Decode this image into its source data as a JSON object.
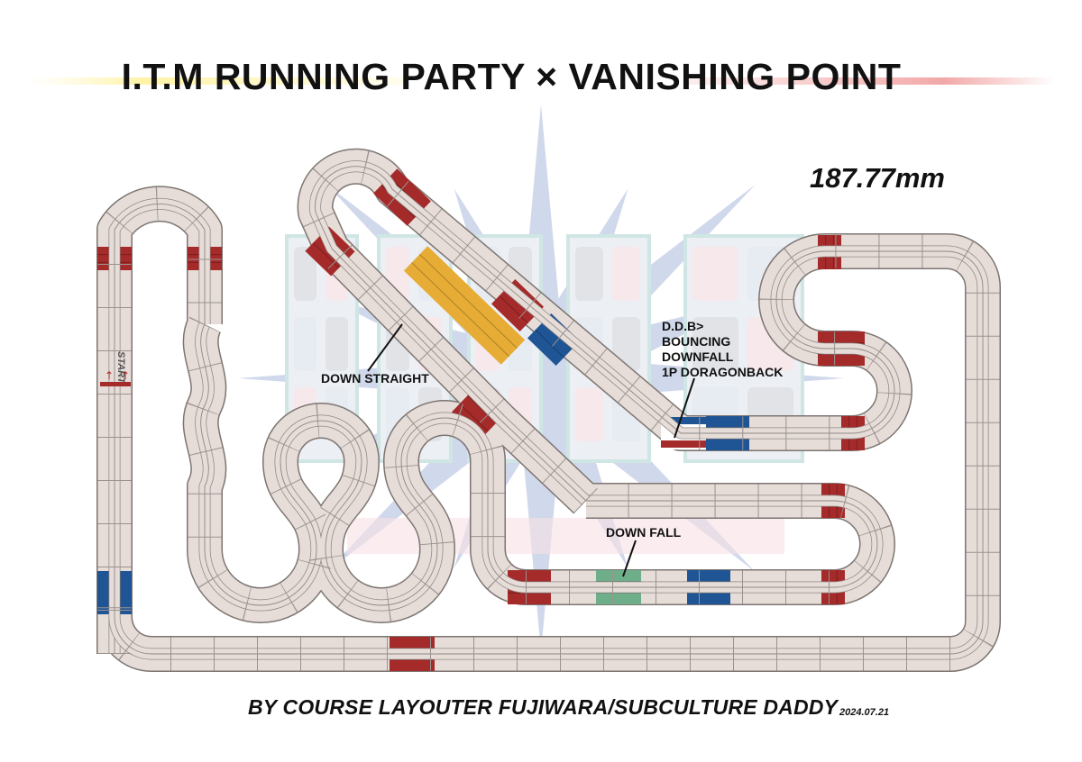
{
  "title": "I.T.M RUNNING PARTY × VANISHING POINT",
  "course_length": "187.77mm",
  "labels": {
    "down_straight": "DOWN STRAIGHT",
    "ddb_line1": "D.D.B>",
    "ddb_line2": "BOUNCING",
    "ddb_line3": "DOWNFALL",
    "ddb_line4": "1P DORAGONBACK",
    "down_fall": "DOWN FALL",
    "start": "START"
  },
  "credit": "BY COURSE LAYOUTER FUJIWARA/SUBCULTURE DADDY",
  "date": "2024.07.21",
  "colors": {
    "track": "#e6ddd8",
    "lane_line": "#8f8784",
    "section_red": "#a52a2a",
    "section_blue": "#1f5595",
    "section_yellow": "#e6ac35",
    "section_green": "#6eaf8a",
    "background_burst": "#8ea0cf"
  }
}
